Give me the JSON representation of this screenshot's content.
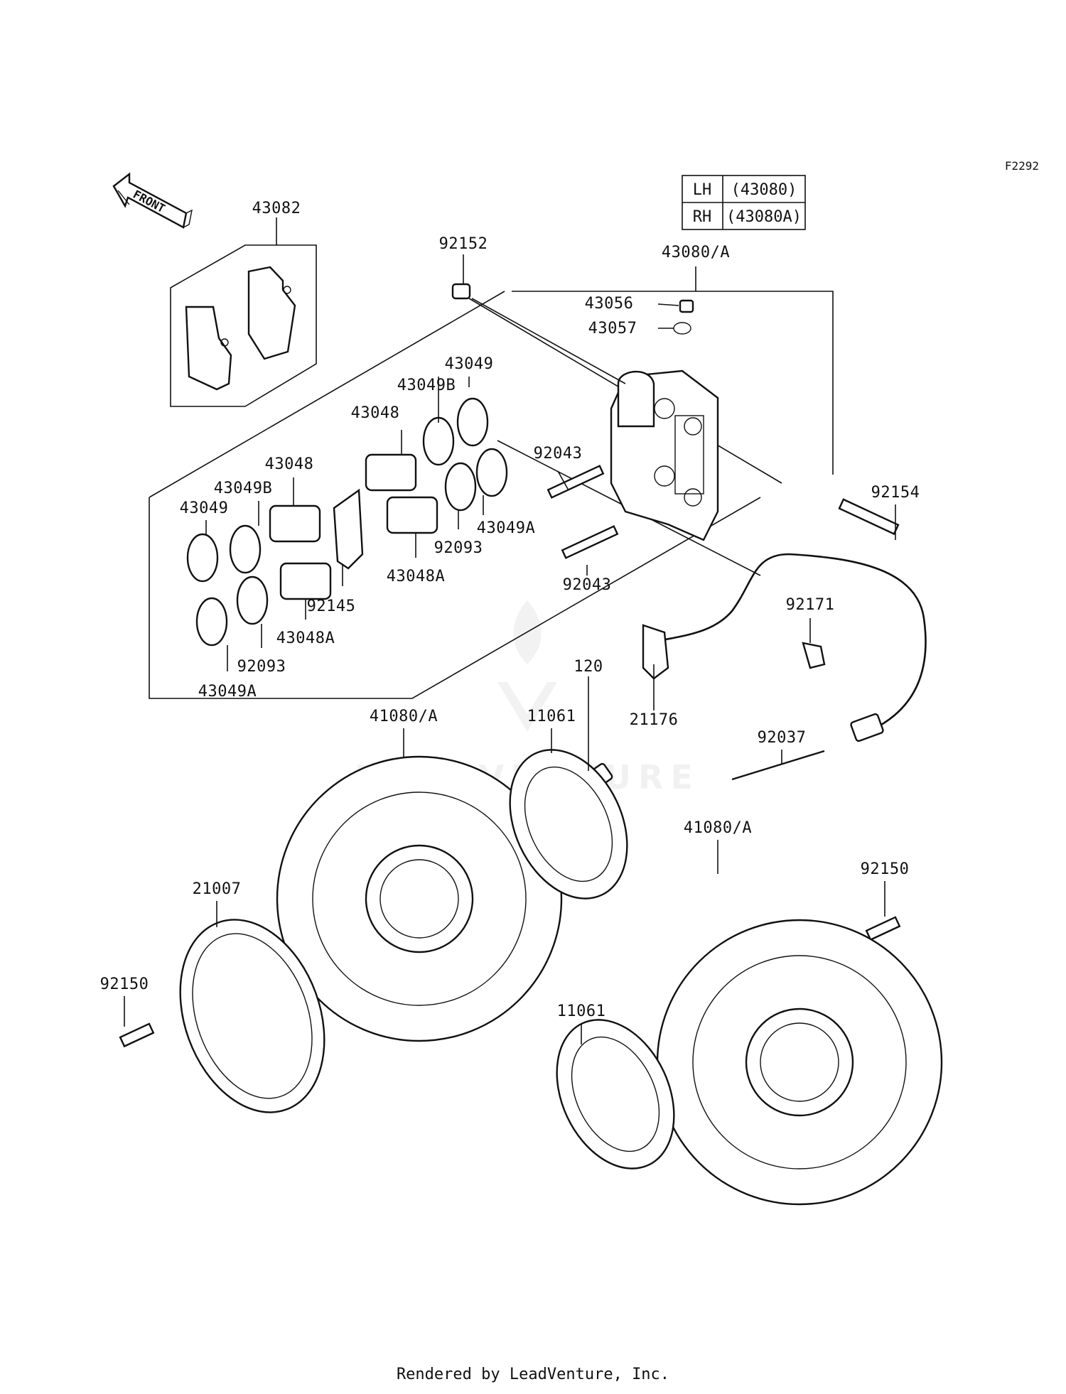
{
  "figure_code": "F2292",
  "front_arrow": "FRONT",
  "side_table": [
    {
      "side": "LH",
      "part": "(43080)"
    },
    {
      "side": "RH",
      "part": "(43080A)"
    }
  ],
  "watermark": "LEADVENTURE",
  "footer": "Rendered by LeadVenture, Inc.",
  "labels": {
    "p43082": "43082",
    "p92152": "92152",
    "p43080A": "43080/A",
    "p43056": "43056",
    "p43057": "43057",
    "p43049_top": "43049",
    "p43049B_top": "43049B",
    "p43048_top": "43048",
    "p43048_left": "43048",
    "p43049B_left": "43049B",
    "p43049_left": "43049",
    "p92043_top": "92043",
    "p92043_bot": "92043",
    "p43049A_right": "43049A",
    "p92093_right": "92093",
    "p43048A_right": "43048A",
    "p92145": "92145",
    "p43048A_left": "43048A",
    "p92093_left": "92093",
    "p43049A_left": "43049A",
    "p92154": "92154",
    "p92171": "92171",
    "p120": "120",
    "p21176": "21176",
    "p41080A_left": "41080/A",
    "p11061_top": "11061",
    "p92037": "92037",
    "p41080A_right": "41080/A",
    "p92150_right": "92150",
    "p21007": "21007",
    "p92150_left": "92150",
    "p11061_bot": "11061"
  }
}
